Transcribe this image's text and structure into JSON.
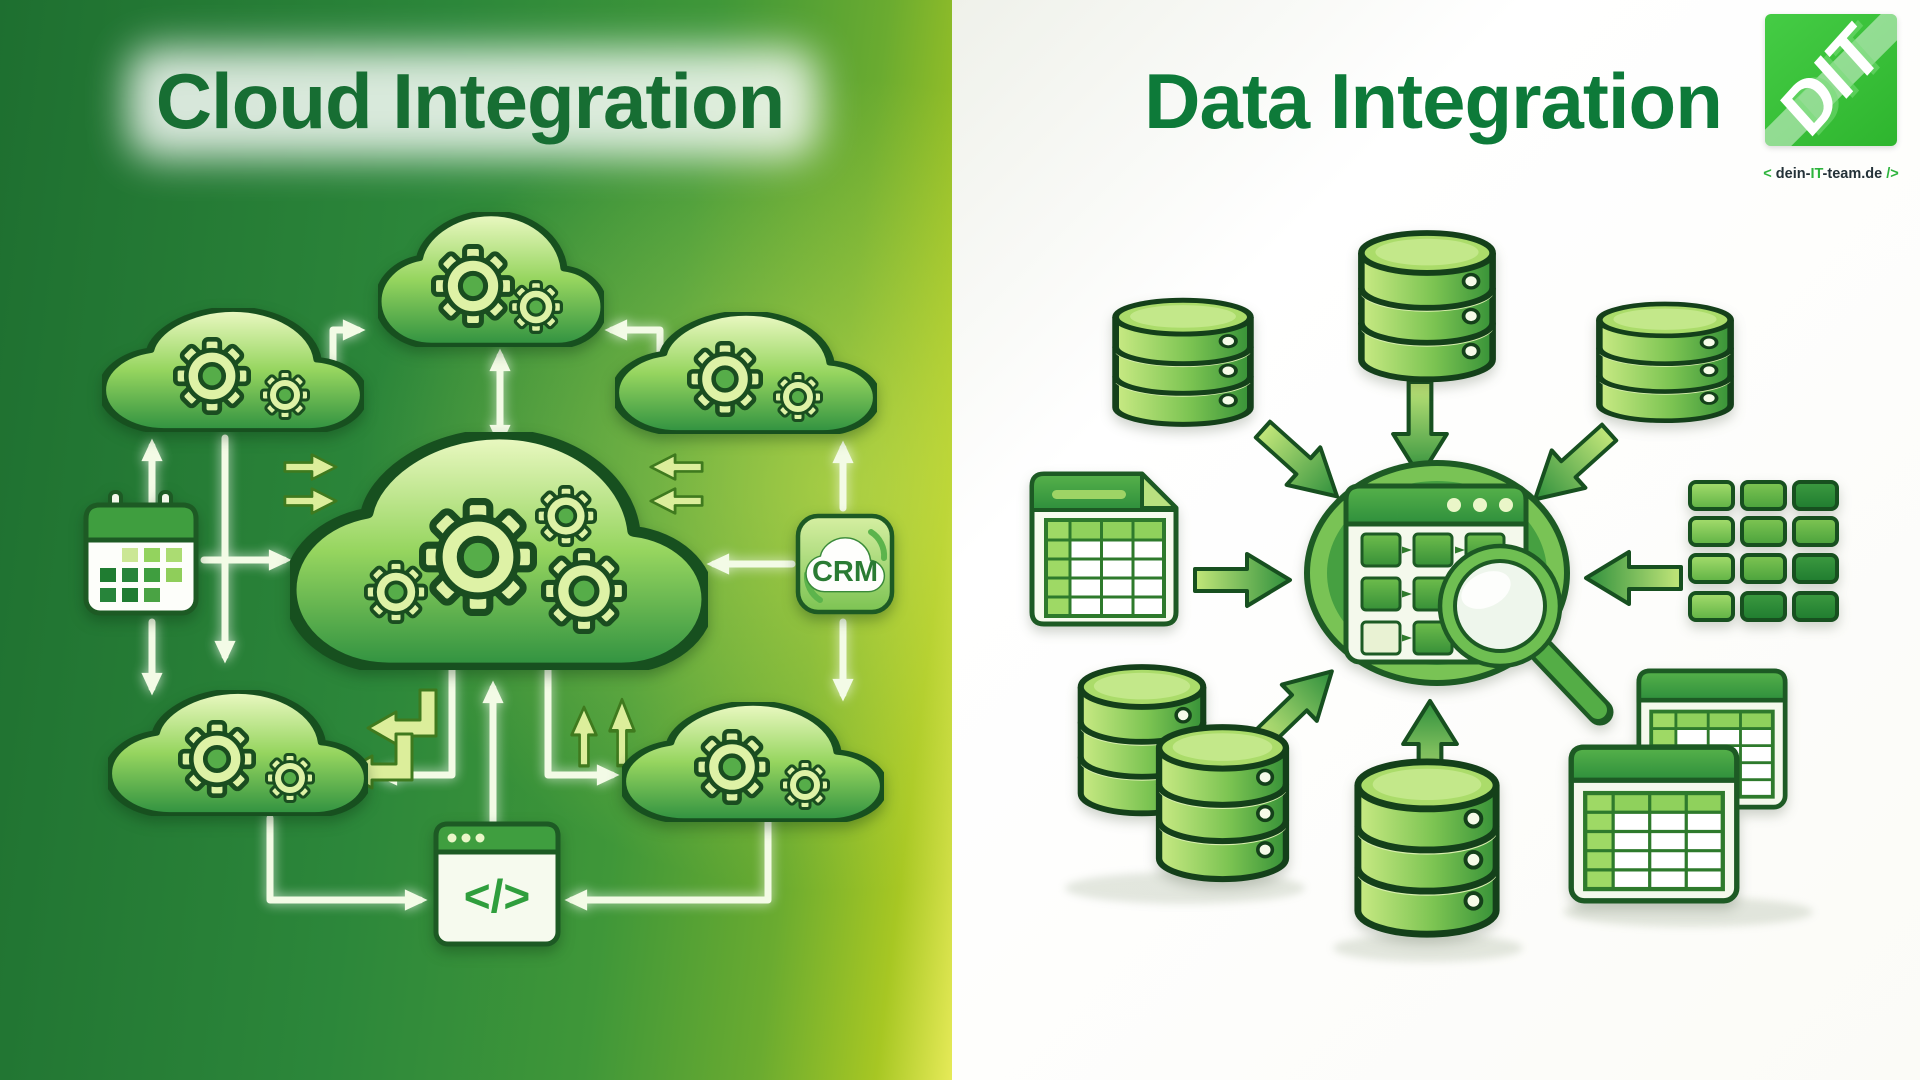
{
  "left_panel": {
    "title": "Cloud Integration",
    "crm_label": "CRM",
    "code_label": "</>",
    "icons": [
      "cloud-gears-icon",
      "calendar-icon",
      "crm-cloud-icon",
      "code-window-icon",
      "flow-arrow-icon"
    ]
  },
  "right_panel": {
    "title": "Data Integration",
    "icons": [
      "database-icon",
      "spreadsheet-icon",
      "grid-tiles-icon",
      "data-hub-window-icon",
      "magnifier-icon",
      "table-window-icon",
      "flow-arrow-icon"
    ]
  },
  "logo": {
    "monogram": "DIT",
    "caption": {
      "open": "<",
      "part1": "dein-",
      "part2": "IT",
      "part3": "-team.de",
      "close": "/>"
    }
  },
  "colors": {
    "title_green_left": "#176e33",
    "title_green_right": "#0d7a39",
    "panel_green_dark": "#1e6f30",
    "panel_green_light": "#e6ea58",
    "icon_green": "#2e8f3c",
    "icon_light_green": "#c9ea84",
    "outline_green": "#17501f",
    "white_arrow": "#f3fbe6",
    "logo_green": "#3ec43e"
  }
}
